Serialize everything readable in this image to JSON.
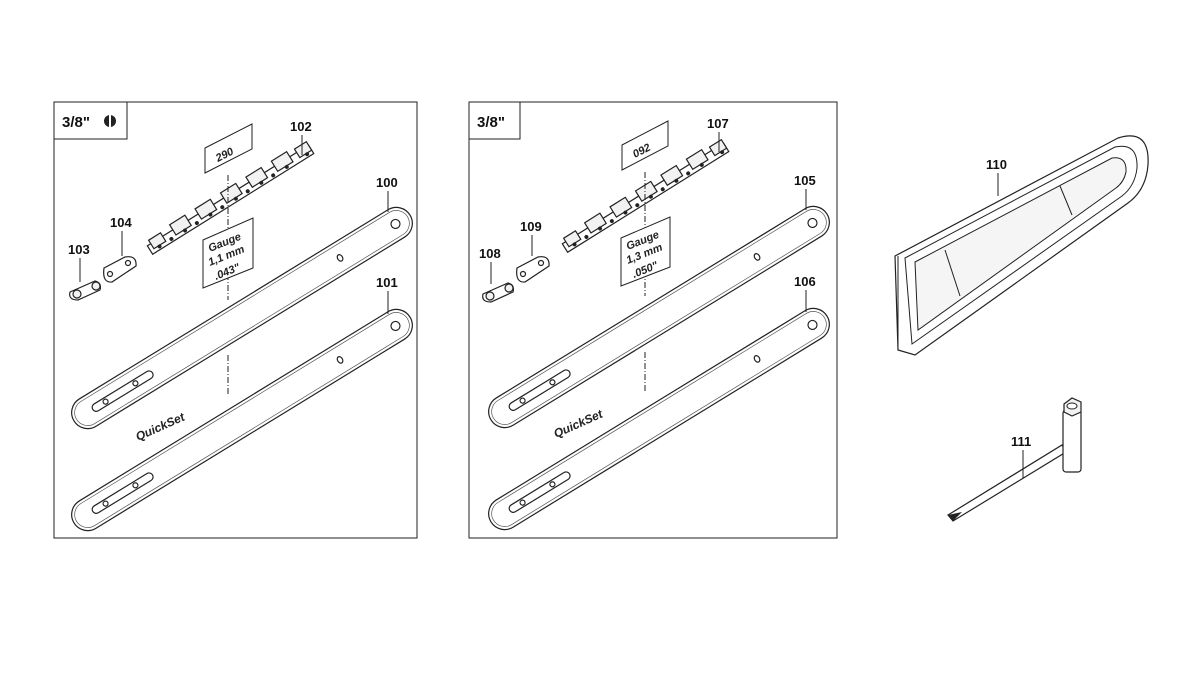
{
  "panels": [
    {
      "pitch": "3/8\"",
      "has_pitch_icon": true,
      "chain_code": "290",
      "gauge_line1": "Gauge",
      "gauge_line2": "1,1 mm",
      "gauge_line3": ".043\"",
      "bar_brand": "QuickSet",
      "labels": {
        "bar_top": "100",
        "bar_bottom": "101",
        "chain": "102",
        "rivet": "103",
        "link": "104"
      }
    },
    {
      "pitch": "3/8\"",
      "has_pitch_icon": false,
      "chain_code": "092",
      "gauge_line1": "Gauge",
      "gauge_line2": "1,3 mm",
      "gauge_line3": ".050\"",
      "bar_brand": "QuickSet",
      "labels": {
        "bar_top": "105",
        "bar_bottom": "106",
        "chain": "107",
        "rivet": "108",
        "link": "109"
      }
    }
  ],
  "accessories": {
    "scabbard_label": "110",
    "wrench_label": "111"
  }
}
